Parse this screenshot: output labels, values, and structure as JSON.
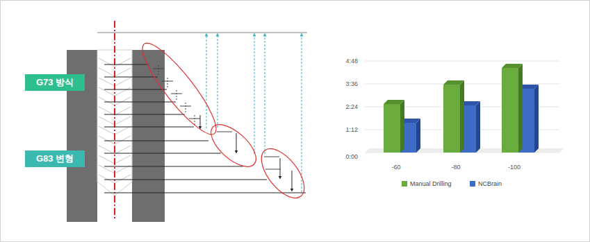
{
  "diagram": {
    "nodes": [
      {
        "text": [
          "G73 방식"
        ]
      },
      {
        "text": [
          "G83 변형"
        ]
      }
    ],
    "labels": [
      "4:48",
      "3:36",
      "2:24",
      "1:12",
      "0:00",
      "-60",
      "-80",
      "-100"
    ],
    "legend": [
      {
        "text": "Manual Drilling",
        "color": "#6aab3e"
      },
      {
        "text": "NCBrain",
        "color": "#3f6cc6"
      }
    ]
  }
}
